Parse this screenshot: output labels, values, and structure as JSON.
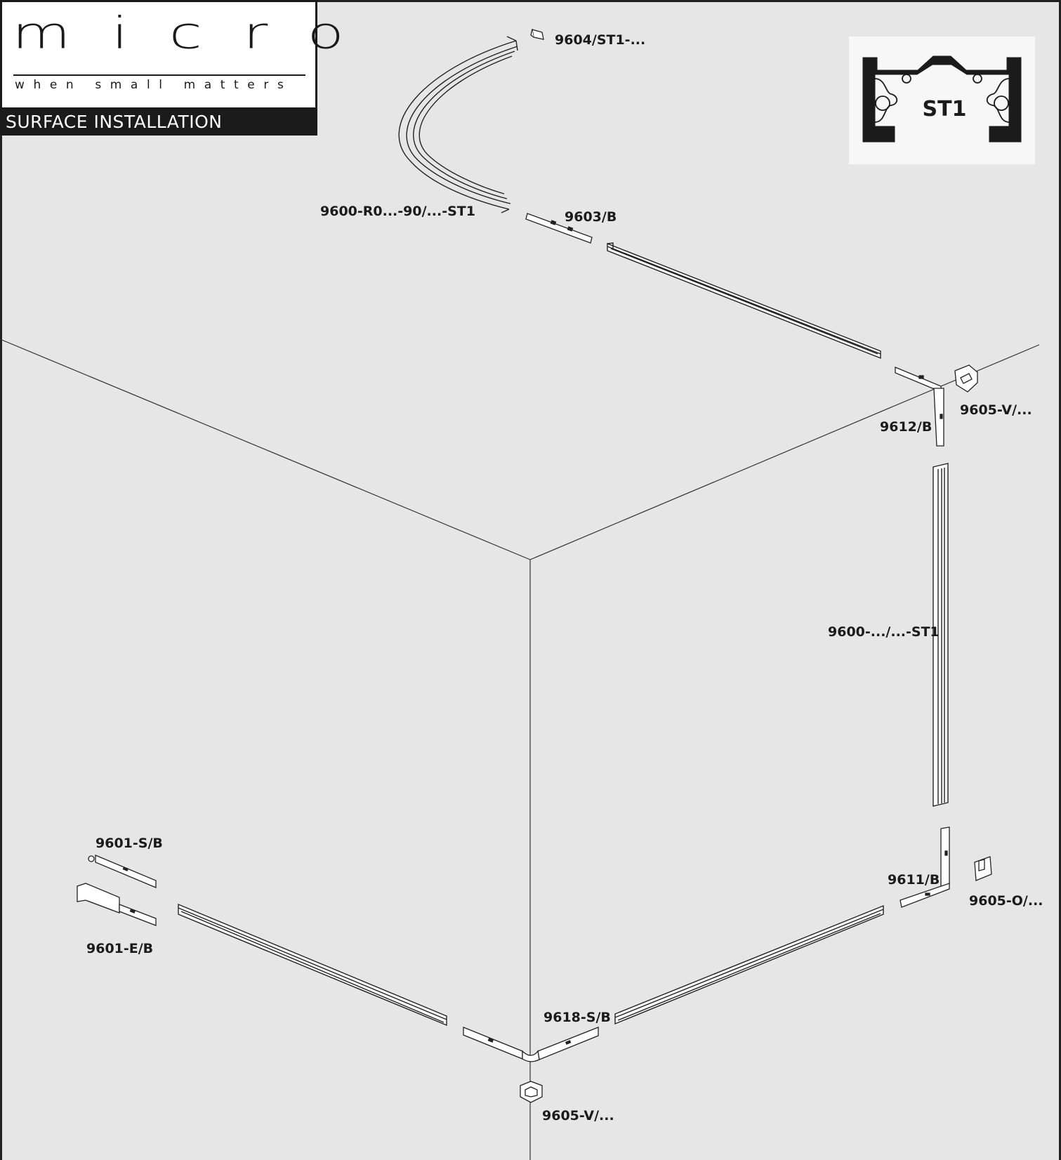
{
  "brand": {
    "name": "micro",
    "tagline": "when small matters",
    "section_title": "SURFACE INSTALLATION"
  },
  "profile": {
    "label": "ST1"
  },
  "parts": {
    "end_cap_top": "9604/ST1-...",
    "curved_track": "9600-R0...-90/...-ST1",
    "straight_joiner": "9603/B",
    "corner_ceiling_wall": "9612/B",
    "corner_cover_top": "9605-V/...",
    "vertical_track": "9600-.../...-ST1",
    "corner_outer": "9611/B",
    "corner_cover_right": "9605-O/...",
    "feed_short": "9601-S/B",
    "feed_end": "9601-E/B",
    "corner_floor": "9618-S/B",
    "corner_cover_bottom": "9605-V/..."
  },
  "colors": {
    "background": "#e6e6e6",
    "ink": "#1b1b1b",
    "panel": "#ffffff"
  }
}
